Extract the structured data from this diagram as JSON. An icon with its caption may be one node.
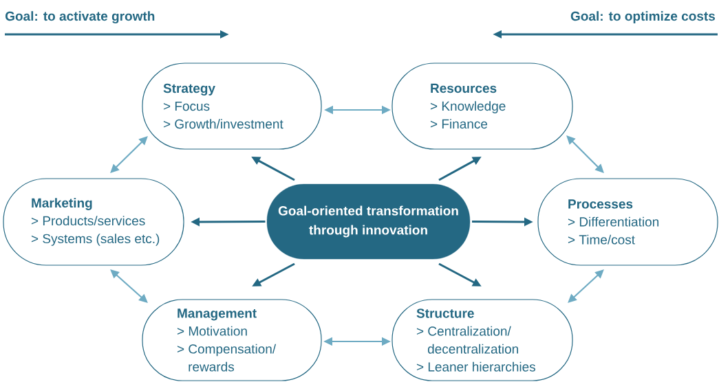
{
  "diagram": {
    "nodes": [
      {
        "text": [
          "Strategy",
          "> Focus",
          "> Growth/investment"
        ]
      },
      {
        "text": [
          "Resources",
          "> Knowledge",
          "> Finance"
        ]
      },
      {
        "text": [
          "Marketing",
          "> Products/services",
          "> Systems (sales etc.)"
        ]
      },
      {
        "text": [
          "Goal-oriented transformation through innovation"
        ]
      },
      {
        "text": [
          "Processes",
          "> Differentiation",
          "> Time/cost"
        ]
      },
      {
        "text": [
          "Management",
          "> Motivation",
          "> Compensation/ rewards"
        ]
      },
      {
        "text": [
          "Structure",
          "> Centralization/ decentralization",
          "> Leaner hierarchies"
        ]
      }
    ],
    "edges": [
      {
        "from": 3,
        "to": 0,
        "arrow": "to"
      },
      {
        "from": 3,
        "to": 1,
        "arrow": "to"
      },
      {
        "from": 3,
        "to": 2,
        "arrow": "to"
      },
      {
        "from": 3,
        "to": 4,
        "arrow": "to"
      },
      {
        "from": 3,
        "to": 5,
        "arrow": "to"
      },
      {
        "from": 3,
        "to": 6,
        "arrow": "to"
      },
      {
        "from": 0,
        "to": 1,
        "arrow": "both",
        "color": "#6eabc3"
      },
      {
        "from": 0,
        "to": 2,
        "arrow": "both",
        "color": "#6eabc3"
      },
      {
        "from": 1,
        "to": 4,
        "arrow": "both",
        "color": "#6eabc3"
      },
      {
        "from": 2,
        "to": 5,
        "arrow": "both",
        "color": "#6eabc3"
      },
      {
        "from": 4,
        "to": 6,
        "arrow": "both",
        "color": "#6eabc3"
      },
      {
        "from": 5,
        "to": 6,
        "arrow": "both",
        "color": "#6eabc3"
      }
    ],
    "labels": [
      "Goal: to activate growth",
      "Goal: to optimize costs"
    ]
  }
}
